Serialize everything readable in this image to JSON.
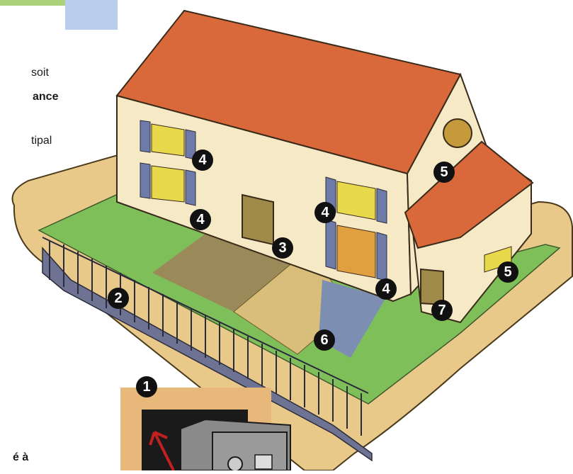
{
  "text_fragments": {
    "soit": "soit",
    "ance": "ance",
    "tipal": "tipal",
    "e_a": "é  à"
  },
  "markers": [
    "1",
    "2",
    "3",
    "4",
    "4",
    "4",
    "4",
    "5",
    "5",
    "6",
    "7"
  ],
  "colors": {
    "roof": "#d9683a",
    "wall": "#f6e9c6",
    "lawn": "#7fbf5a",
    "wall_border": "#e8c98a",
    "fence": "#7c7f9c",
    "path": "#9a8a5a",
    "shutter": "#6e7aa8",
    "window": "#e8d94a",
    "door": "#a08a4a",
    "marker": "#111111"
  }
}
